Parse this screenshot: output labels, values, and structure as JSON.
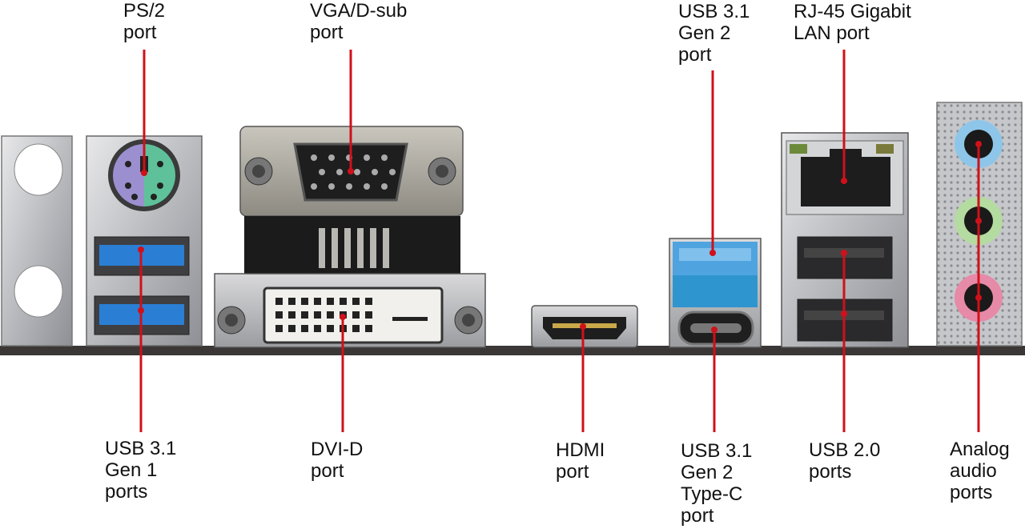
{
  "accent_color": "#d0101a",
  "labels": [
    {
      "id": "ps2",
      "lines": [
        "PS/2",
        "port"
      ]
    },
    {
      "id": "vga",
      "lines": [
        "VGA/D-sub",
        "port"
      ]
    },
    {
      "id": "usb31g2",
      "lines": [
        "USB 3.1",
        "Gen 2",
        "port"
      ]
    },
    {
      "id": "rj45",
      "lines": [
        "RJ-45 Gigabit",
        "LAN port"
      ]
    },
    {
      "id": "usb31g1",
      "lines": [
        "USB 3.1",
        "Gen 1",
        "ports"
      ]
    },
    {
      "id": "dvid",
      "lines": [
        "DVI-D",
        "port"
      ]
    },
    {
      "id": "hdmi",
      "lines": [
        "HDMI",
        "port"
      ]
    },
    {
      "id": "usbc",
      "lines": [
        "USB 3.1",
        "Gen 2",
        "Type-C",
        "port"
      ]
    },
    {
      "id": "usb20",
      "lines": [
        "USB 2.0",
        "ports"
      ]
    },
    {
      "id": "audio",
      "lines": [
        "Analog",
        "audio",
        "ports"
      ]
    }
  ],
  "port_colors": {
    "ps2_keyboard": "#9b8fd0",
    "ps2_mouse": "#5ec19a",
    "usb3_blue": "#2a7fd4",
    "usb31g2_blue": "#4fa4e0",
    "audio_blue": "#8ec6ea",
    "audio_green": "#b4dba0",
    "audio_pink": "#e68aa8"
  }
}
